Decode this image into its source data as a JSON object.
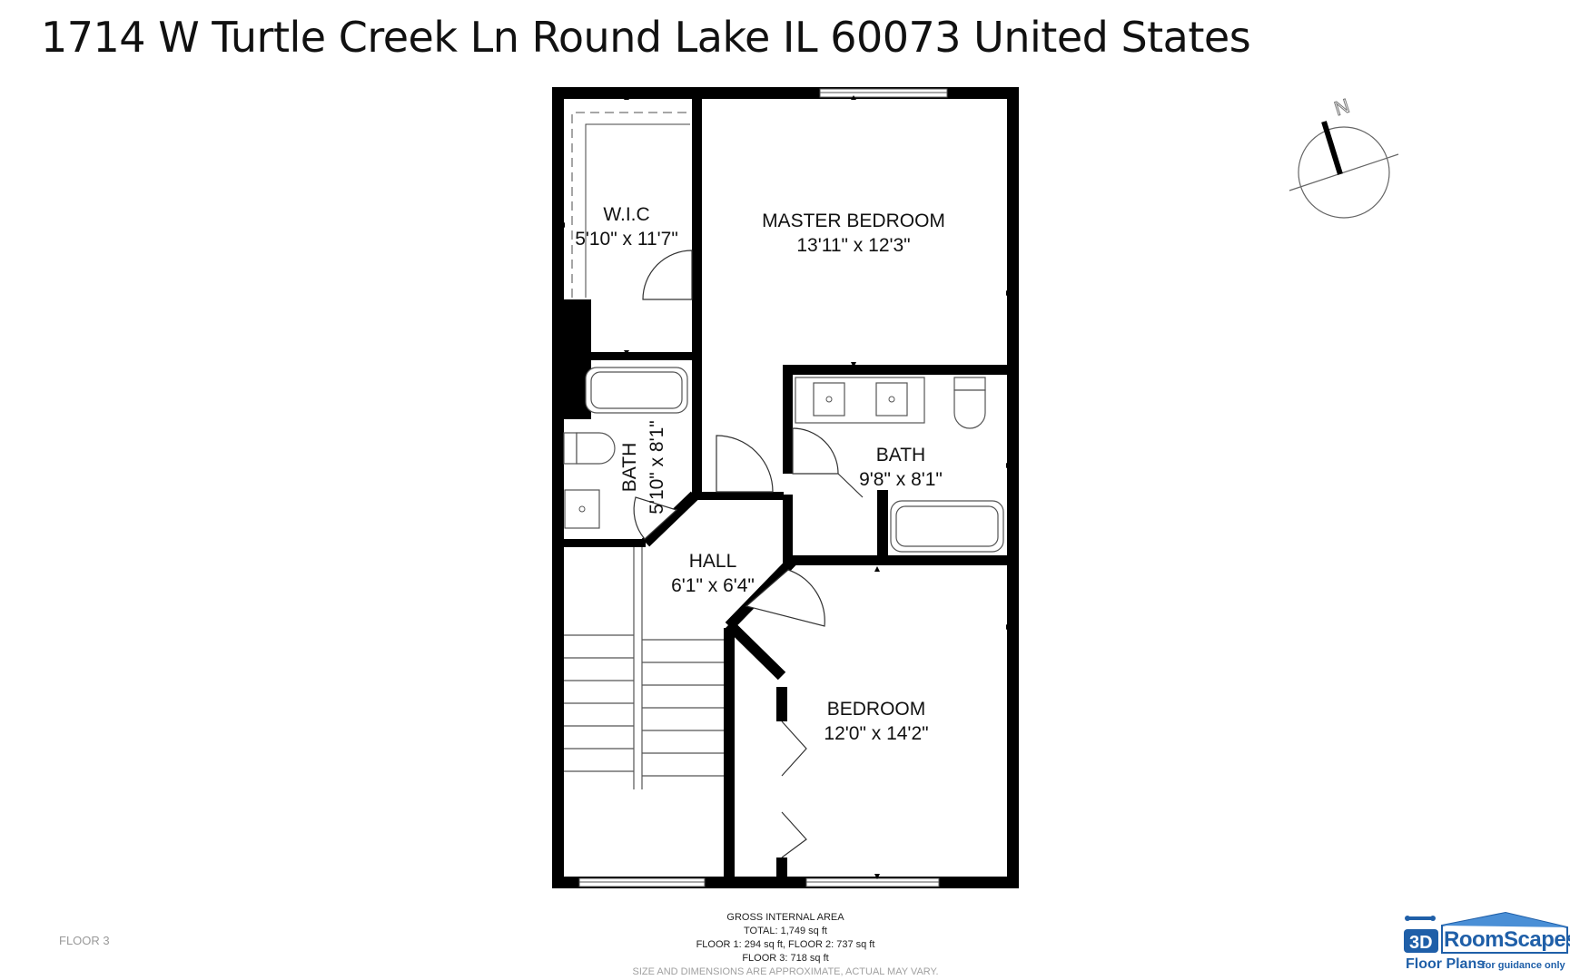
{
  "header": {
    "address": "1714 W Turtle Creek Ln Round Lake IL 60073 United States"
  },
  "compass": {
    "north_label": "N"
  },
  "rooms": [
    {
      "name": "W.I.C",
      "dims": "5'10\" x 11'7\""
    },
    {
      "name": "MASTER BEDROOM",
      "dims": "13'11\" x 12'3\""
    },
    {
      "name": "BATH",
      "dims": "5'10\" x 8'1\""
    },
    {
      "name": "BATH",
      "dims": "9'8\" x 8'1\""
    },
    {
      "name": "HALL",
      "dims": "6'1\" x 6'4\""
    },
    {
      "name": "BEDROOM",
      "dims": "12'0\" x 14'2\""
    }
  ],
  "footer": {
    "floor_label": "FLOOR 3",
    "area_title": "GROSS INTERNAL AREA",
    "total": "TOTAL: 1,749 sq ft",
    "floors_1_2": "FLOOR 1: 294 sq ft, FLOOR 2: 737 sq ft",
    "floor_3": "FLOOR 3: 718 sq ft",
    "disclaimer": "SIZE AND DIMENSIONS ARE APPROXIMATE, ACTUAL MAY VARY."
  },
  "logo": {
    "brand": "RoomScapes",
    "line": "Floor Plans",
    "tagline": "for guidance only"
  },
  "colors": {
    "wall": "#000000",
    "fixture": "#555555",
    "logo_blue": "#1f5fa8"
  }
}
